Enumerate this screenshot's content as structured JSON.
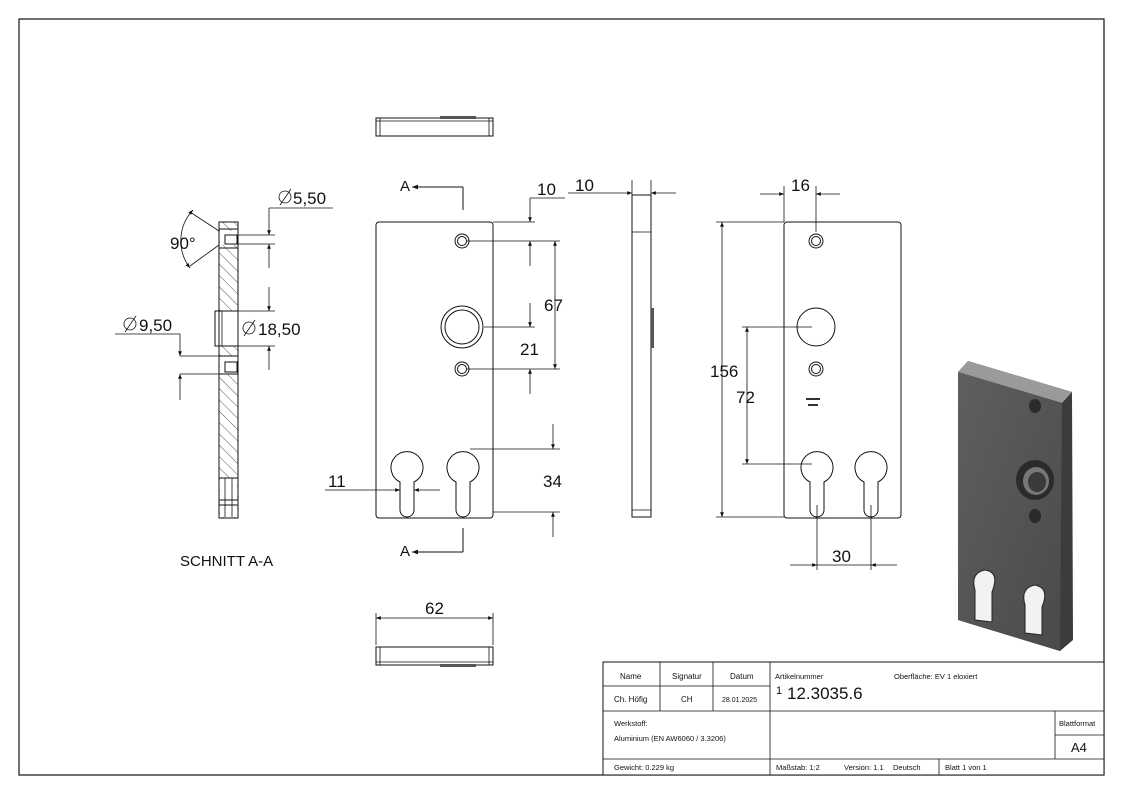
{
  "dimensions": {
    "d_5_50": "5,50",
    "d_9_50": "9,50",
    "d_18_50": "18,50",
    "angle_90": "90°",
    "top_10_left": "10",
    "top_10_side": "10",
    "d67": "67",
    "d21": "21",
    "d11": "11",
    "d34": "34",
    "d62": "62",
    "d16": "16",
    "d156": "156",
    "d72": "72",
    "d30": "30"
  },
  "section": {
    "arrow_label_top": "A",
    "arrow_label_bottom": "A",
    "title": "SCHNITT A-A"
  },
  "title_block": {
    "name_header": "Name",
    "signatur_header": "Signatur",
    "datum_header": "Datum",
    "name_value": "Ch. Höfig",
    "signatur_value": "CH",
    "datum_value": "28.01.2025",
    "artikelnummer_label": "Artikelnummer",
    "oberflaeche": "Oberfläche:  EV 1 eloxiert",
    "revision_marker": "1",
    "article_number": "12.3035.6",
    "werkstoff_label": "Werkstoff:",
    "werkstoff_value": "Aluminium (EN AW6060 / 3.3206)",
    "blattformat_label": "Blattformat",
    "blattformat_value": "A4",
    "gewicht": "Gewicht: 0.229 kg",
    "massstab": "Maßstab: 1:2",
    "version": "Version: 1.1",
    "sprache": "Deutsch",
    "blatt": "Blatt 1 von 1"
  }
}
